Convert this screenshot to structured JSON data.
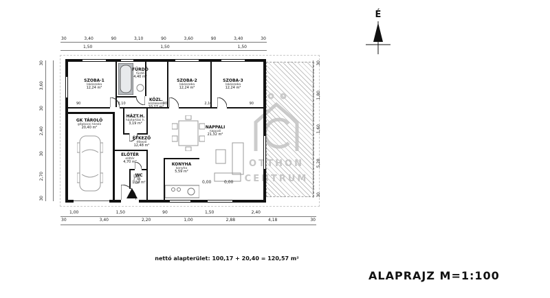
{
  "header": {
    "north_label": "É"
  },
  "title_block": {
    "net_area": "nettó alapterület:  100,17 + 20,40 = 120,57 m²",
    "drawing_title": "ALAPRAJZ  M=1:100"
  },
  "watermark": {
    "line1": "OTTHON",
    "line2": "CENTRUM"
  },
  "rooms": [
    {
      "name": "SZOBA-1",
      "sub": "lakószoba",
      "area": "12,24 m²"
    },
    {
      "name": "FÜRDŐ",
      "sub": "fürdő",
      "area": "4,40 m²"
    },
    {
      "name": "KÖZL.",
      "sub": "közlekedő",
      "area": "10,27 m²"
    },
    {
      "name": "SZOBA-2",
      "sub": "lakószoba",
      "area": "12,24 m²"
    },
    {
      "name": "SZOBA-3",
      "sub": "lakószoba",
      "area": "12,24 m²"
    },
    {
      "name": "GK TÁROLÓ",
      "sub": "gépkocsi tároló",
      "area": "20,40 m²"
    },
    {
      "name": "HÁZT.H.",
      "sub": "háztartási h.",
      "area": "3,19 m²"
    },
    {
      "name": "ÉTKEZŐ",
      "sub": "étkező",
      "area": "12,48 m²"
    },
    {
      "name": "NAPPALI",
      "sub": "nappali",
      "area": "21,32 m²"
    },
    {
      "name": "ELŐTÉR",
      "sub": "előtér",
      "area": "4,70 m²"
    },
    {
      "name": "KONYHA",
      "sub": "konyha",
      "area": "5,59 m²"
    },
    {
      "name": "WC",
      "sub": "wc",
      "area": "1,50 m²"
    }
  ],
  "dims": {
    "top_outer": [
      "30",
      "3,40",
      "90",
      "3,10",
      "90",
      "3,60",
      "90",
      "3,40",
      "30"
    ],
    "top_inner": [
      "1,50",
      "1,50",
      "1,50"
    ],
    "bottom_inner": [
      "1,00",
      "1,50",
      "90",
      "1,50",
      "2,40"
    ],
    "bottom_outer": [
      "30",
      "3,40",
      "2,20",
      "1,00",
      "2,88",
      "4,18",
      "30"
    ],
    "left": [
      "30",
      "3,60",
      "30",
      "2,40",
      "30",
      "2,70",
      "30"
    ],
    "right": [
      "30",
      "1,80",
      "1,60",
      "5,28",
      "30"
    ],
    "corridor": [
      "90",
      "2,10",
      "90",
      "2,10",
      "90"
    ],
    "levels": [
      "0,00",
      "0,00"
    ]
  }
}
